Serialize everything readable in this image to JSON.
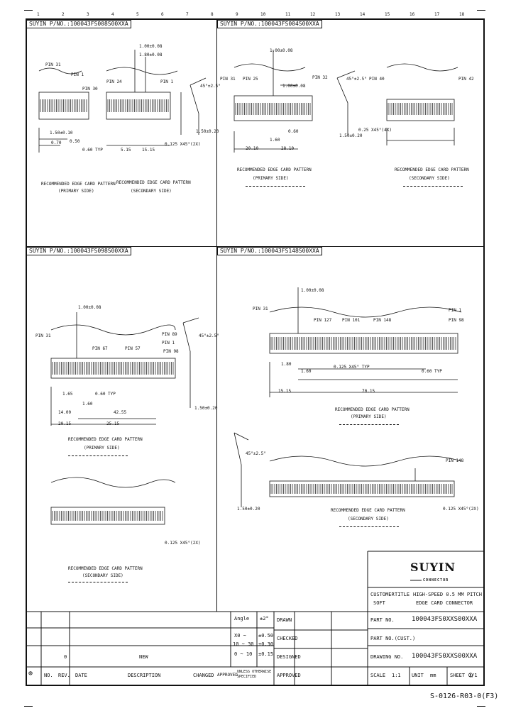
{
  "ruler": {
    "top": [
      "1",
      "2",
      "3",
      "4",
      "5",
      "6",
      "7",
      "8",
      "9",
      "10",
      "11",
      "12",
      "13",
      "14",
      "15",
      "16",
      "17",
      "18"
    ]
  },
  "panels": {
    "p1": {
      "title": "SUYIN P/NO.:100043FS008S00XXA",
      "pins": [
        "PIN 31",
        "PIN 1",
        "PIN 30",
        "PIN 24",
        "PIN 1"
      ],
      "dims": [
        "1.00±0.08",
        "1.80±0.08",
        "1.50±0.10",
        "0.70",
        "0.50",
        "0.60 TYP",
        "5.15",
        "15.15",
        "0.125 X45°(2X)",
        "45°±2.5°",
        "1.50±0.20"
      ],
      "caption_left": "RECOMMENDED EDGE CARD PATTERN",
      "caption_left_sub": "(PRIMARY SIDE)",
      "caption_right": "RECOMMENDED EDGE CARD PATTERN",
      "caption_right_sub": "(SECONDARY SIDE)"
    },
    "p2": {
      "title": "SUYIN P/NO.:100043FS004S00XXA",
      "pins": [
        "PIN 31",
        "PIN 25",
        "PIN 32",
        "PIN 40",
        "PIN 42"
      ],
      "dims": [
        "1.00±0.08",
        "1.00±0.08",
        "1.60",
        "0.60",
        "20.10",
        "28.10",
        "0.25 X45°(4X)",
        "45°±2.5°",
        "1.50±0.20"
      ],
      "caption_left": "RECOMMENDED EDGE CARD PATTERN",
      "caption_left_sub": "(PRIMARY SIDE)",
      "caption_right": "RECOMMENDED EDGE CARD PATTERN",
      "caption_right_sub": "(SECONDARY SIDE)"
    },
    "p3": {
      "title": "SUYIN P/NO.:100043FS098S00XXA",
      "pins": [
        "PIN 31",
        "PIN 67",
        "PIN 57",
        "PIN 89",
        "PIN 1",
        "PIN 98"
      ],
      "dims": [
        "1.00±0.08",
        "1.65",
        "1.60",
        "0.60 TYP",
        "14.00",
        "42.55",
        "20.15",
        "25.15",
        "45°±2.5°",
        "1.50±0.20"
      ],
      "caption_top": "RECOMMENDED EDGE CARD PATTERN",
      "caption_top_sub": "(PRIMARY SIDE)",
      "caption_bottom": "RECOMMENDED EDGE CARD PATTERN",
      "caption_bottom_sub": "(SECONDARY SIDE)",
      "bottom_dims": [
        "0.125 X45°(2X)"
      ]
    },
    "p4": {
      "title": "SUYIN P/NO.:100043FS148S00XXA",
      "pins": [
        "PIN 31",
        "PIN 127",
        "PIN 101",
        "PIN 148",
        "PIN 1",
        "PIN 98"
      ],
      "dims": [
        "1.00±0.08",
        "1.80",
        "1.60",
        "0.125 X45° TYP",
        "0.60 TYP",
        "15.15",
        "70.15",
        "45°±2.5°",
        "1.50±0.20"
      ],
      "caption_top": "RECOMMENDED EDGE CARD PATTERN",
      "caption_top_sub": "(PRIMARY SIDE)",
      "caption_bottom": "RECOMMENDED EDGE CARD PATTERN",
      "caption_bottom_sub": "(SECONDARY SIDE)",
      "bottom_dims": [
        "PIN 148",
        "0.125 X45°(2X)"
      ]
    }
  },
  "title_block": {
    "company": "SUYIN",
    "company_sub": "CONNECTOR",
    "customer_label": "CUSTOMER",
    "customer_value": "SOFT",
    "title_label": "TITLE",
    "title_line1": "HIGH-SPEED 0.5 MM PITCH",
    "title_line2": "EDGE CARD CONNECTOR",
    "part_no_label": "PART NO.",
    "part_no_value": "100043FS0XXS00XXA",
    "part_no_cust_label": "PART NO.(CUST.)",
    "drawing_no_label": "DRAWING NO.",
    "drawing_no_value": "100043FS0XXS00XXA",
    "scale_label": "SCALE",
    "scale_value": "1:1",
    "unit_label": "UNIT",
    "unit_value": "mm",
    "sheet_label": "SHEET",
    "sheet_value": "1/1",
    "tolerance": {
      "angle_label": "Angle",
      "angle_value": "±2°",
      "rows": [
        {
          "range": "X0 ~",
          "value": "±0.50"
        },
        {
          "range": "10 ~ 30",
          "value": "±0.30"
        },
        {
          "range": "0 ~ 10",
          "value": "±0.15"
        }
      ]
    },
    "roles": [
      "DRAWN",
      "CHECKED",
      "DESIGNED",
      "APPROVED"
    ],
    "revision": {
      "rev": "0",
      "description": "NEW",
      "header_no": "NO.",
      "header_rev": "REV.",
      "header_date": "DATE",
      "header_desc": "DESCRIPTION",
      "header_change": "CHANGED",
      "header_approved": "APPROVED",
      "note_line1": "UNLESS OTHERWISE",
      "note_line2": "SPECIFIED"
    }
  },
  "doc_number": "S-0126-R03-0(F3)"
}
